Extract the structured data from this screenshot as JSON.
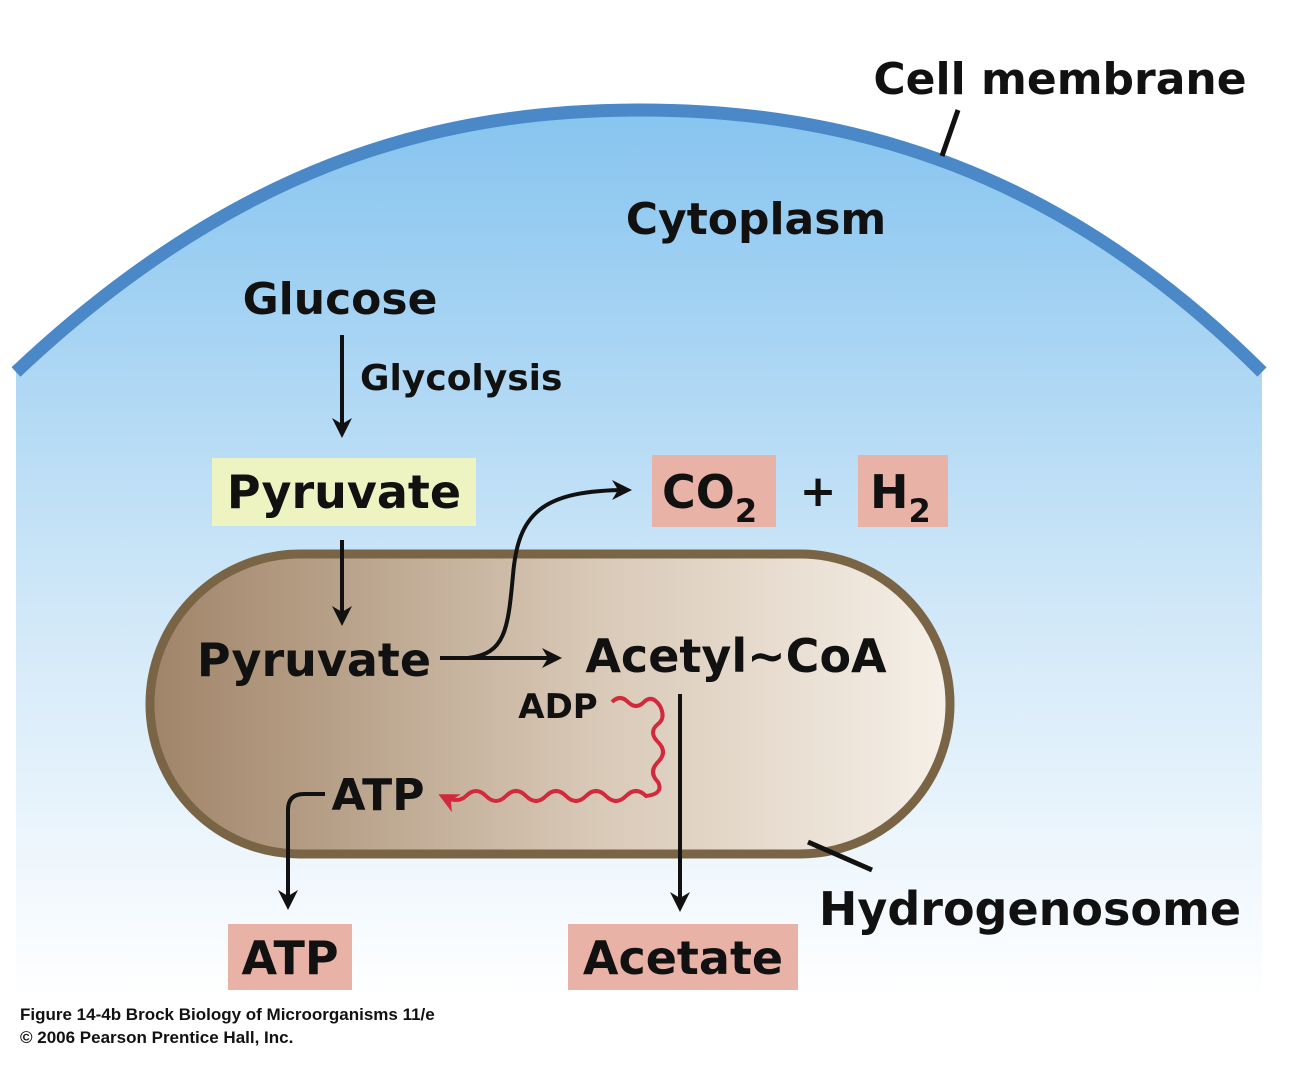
{
  "labels": {
    "cell_membrane": "Cell membrane",
    "cytoplasm": "Cytoplasm",
    "glucose": "Glucose",
    "glycolysis": "Glycolysis",
    "pyruvate_cytoplasm": "Pyruvate",
    "pyruvate_organelle": "Pyruvate",
    "acetyl_coa": "Acetyl~CoA",
    "adp": "ADP",
    "atp_organelle": "ATP",
    "hydrogenosome": "Hydrogenosome"
  },
  "products": {
    "co2_base": "CO",
    "co2_sub": "2",
    "plus": "+",
    "h2_base": "H",
    "h2_sub": "2",
    "atp": "ATP",
    "acetate": "Acetate"
  },
  "caption": {
    "line1": "Figure 14-4b  Brock Biology of Microorganisms 11/e",
    "line2": "© 2006 Pearson Prentice Hall, Inc."
  },
  "colors": {
    "cytoplasm_top": "#8ec8f0",
    "cytoplasm_bottom": "#ffffff",
    "membrane": "#4a88c8",
    "organelle_outline": "#7a6446",
    "organelle_dark": "#a38a6e",
    "organelle_light": "#f4ece2",
    "pyruvate_box": "#eef3c2",
    "product_box": "#e8b2a6",
    "atp_arrow": "#d22a3c",
    "text": "#111111"
  }
}
